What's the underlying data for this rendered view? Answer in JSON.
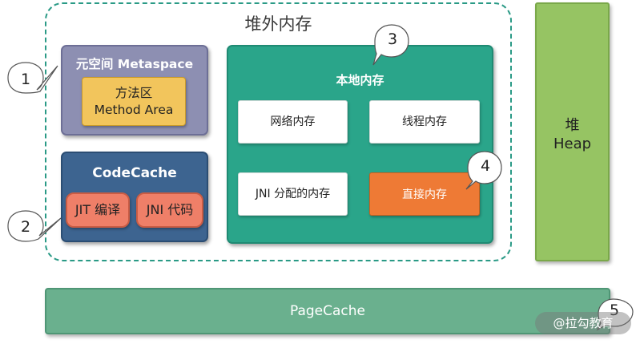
{
  "off_heap": {
    "title": "堆外内存"
  },
  "metaspace": {
    "title": "元空间 Metaspace",
    "method_area_line1": "方法区",
    "method_area_line2": "Method Area"
  },
  "codecache": {
    "title": "CodeCache",
    "jit": "JIT 编译",
    "jni_code": "JNI 代码"
  },
  "native_memory": {
    "title": "本地内存",
    "network": "网络内存",
    "thread": "线程内存",
    "jni_alloc": "JNI 分配的内存",
    "direct": "直接内存"
  },
  "heap": {
    "line1": "堆",
    "line2": "Heap"
  },
  "pagecache": {
    "label": "PageCache"
  },
  "callouts": {
    "c1": "1",
    "c2": "2",
    "c3": "3",
    "c4": "4",
    "c5": "5"
  },
  "watermark": {
    "text": "@拉勾教育"
  }
}
